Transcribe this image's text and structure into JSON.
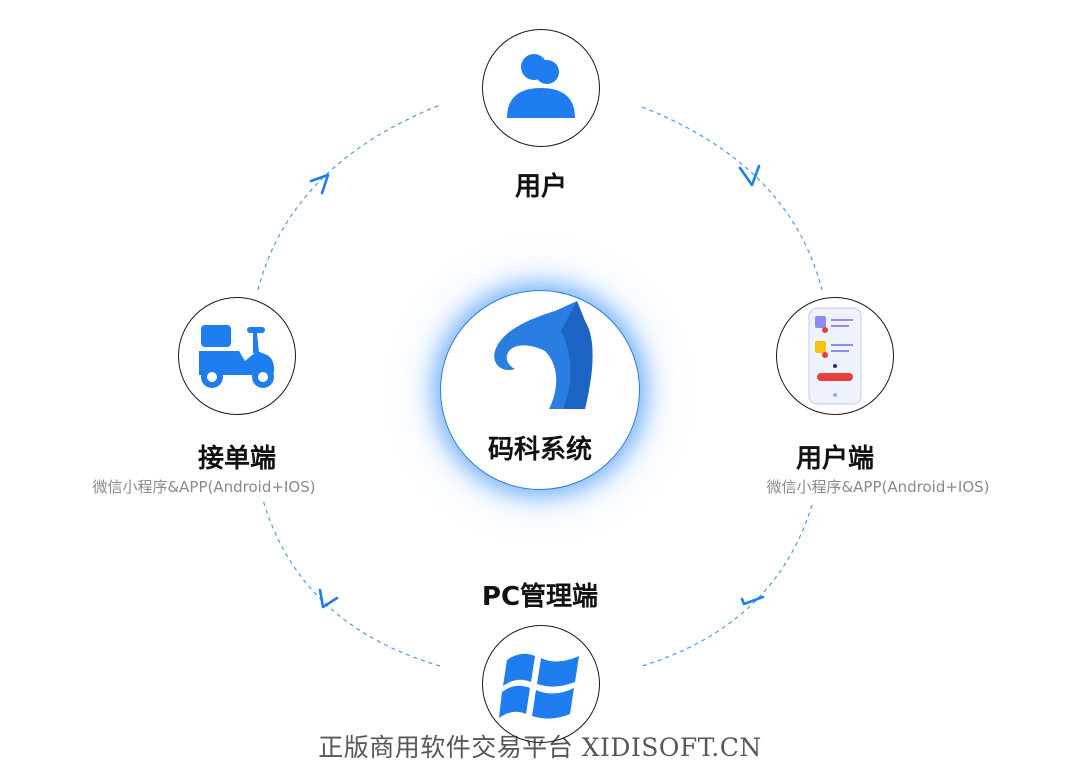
{
  "nodes": {
    "top": {
      "label": "用户",
      "icon": "user-icon"
    },
    "right": {
      "label": "用户端",
      "sub": "微信小程序&APP(Android+IOS)",
      "icon": "mobile-app-icon"
    },
    "bottom": {
      "label": "PC管理端",
      "icon": "windows-icon"
    },
    "left": {
      "label": "接单端",
      "sub": "微信小程序&APP(Android+IOS)",
      "icon": "scooter-icon"
    }
  },
  "center": {
    "title": "码科系统",
    "icon": "horse-logo"
  },
  "watermark": "正版商用软件交易平台 XIDISOFT.CN",
  "colors": {
    "accent": "#1e7ef0",
    "glow": "#3a94f5",
    "ring": "#4a9be8",
    "text": "#111111",
    "subtext": "#8a8a8a"
  }
}
